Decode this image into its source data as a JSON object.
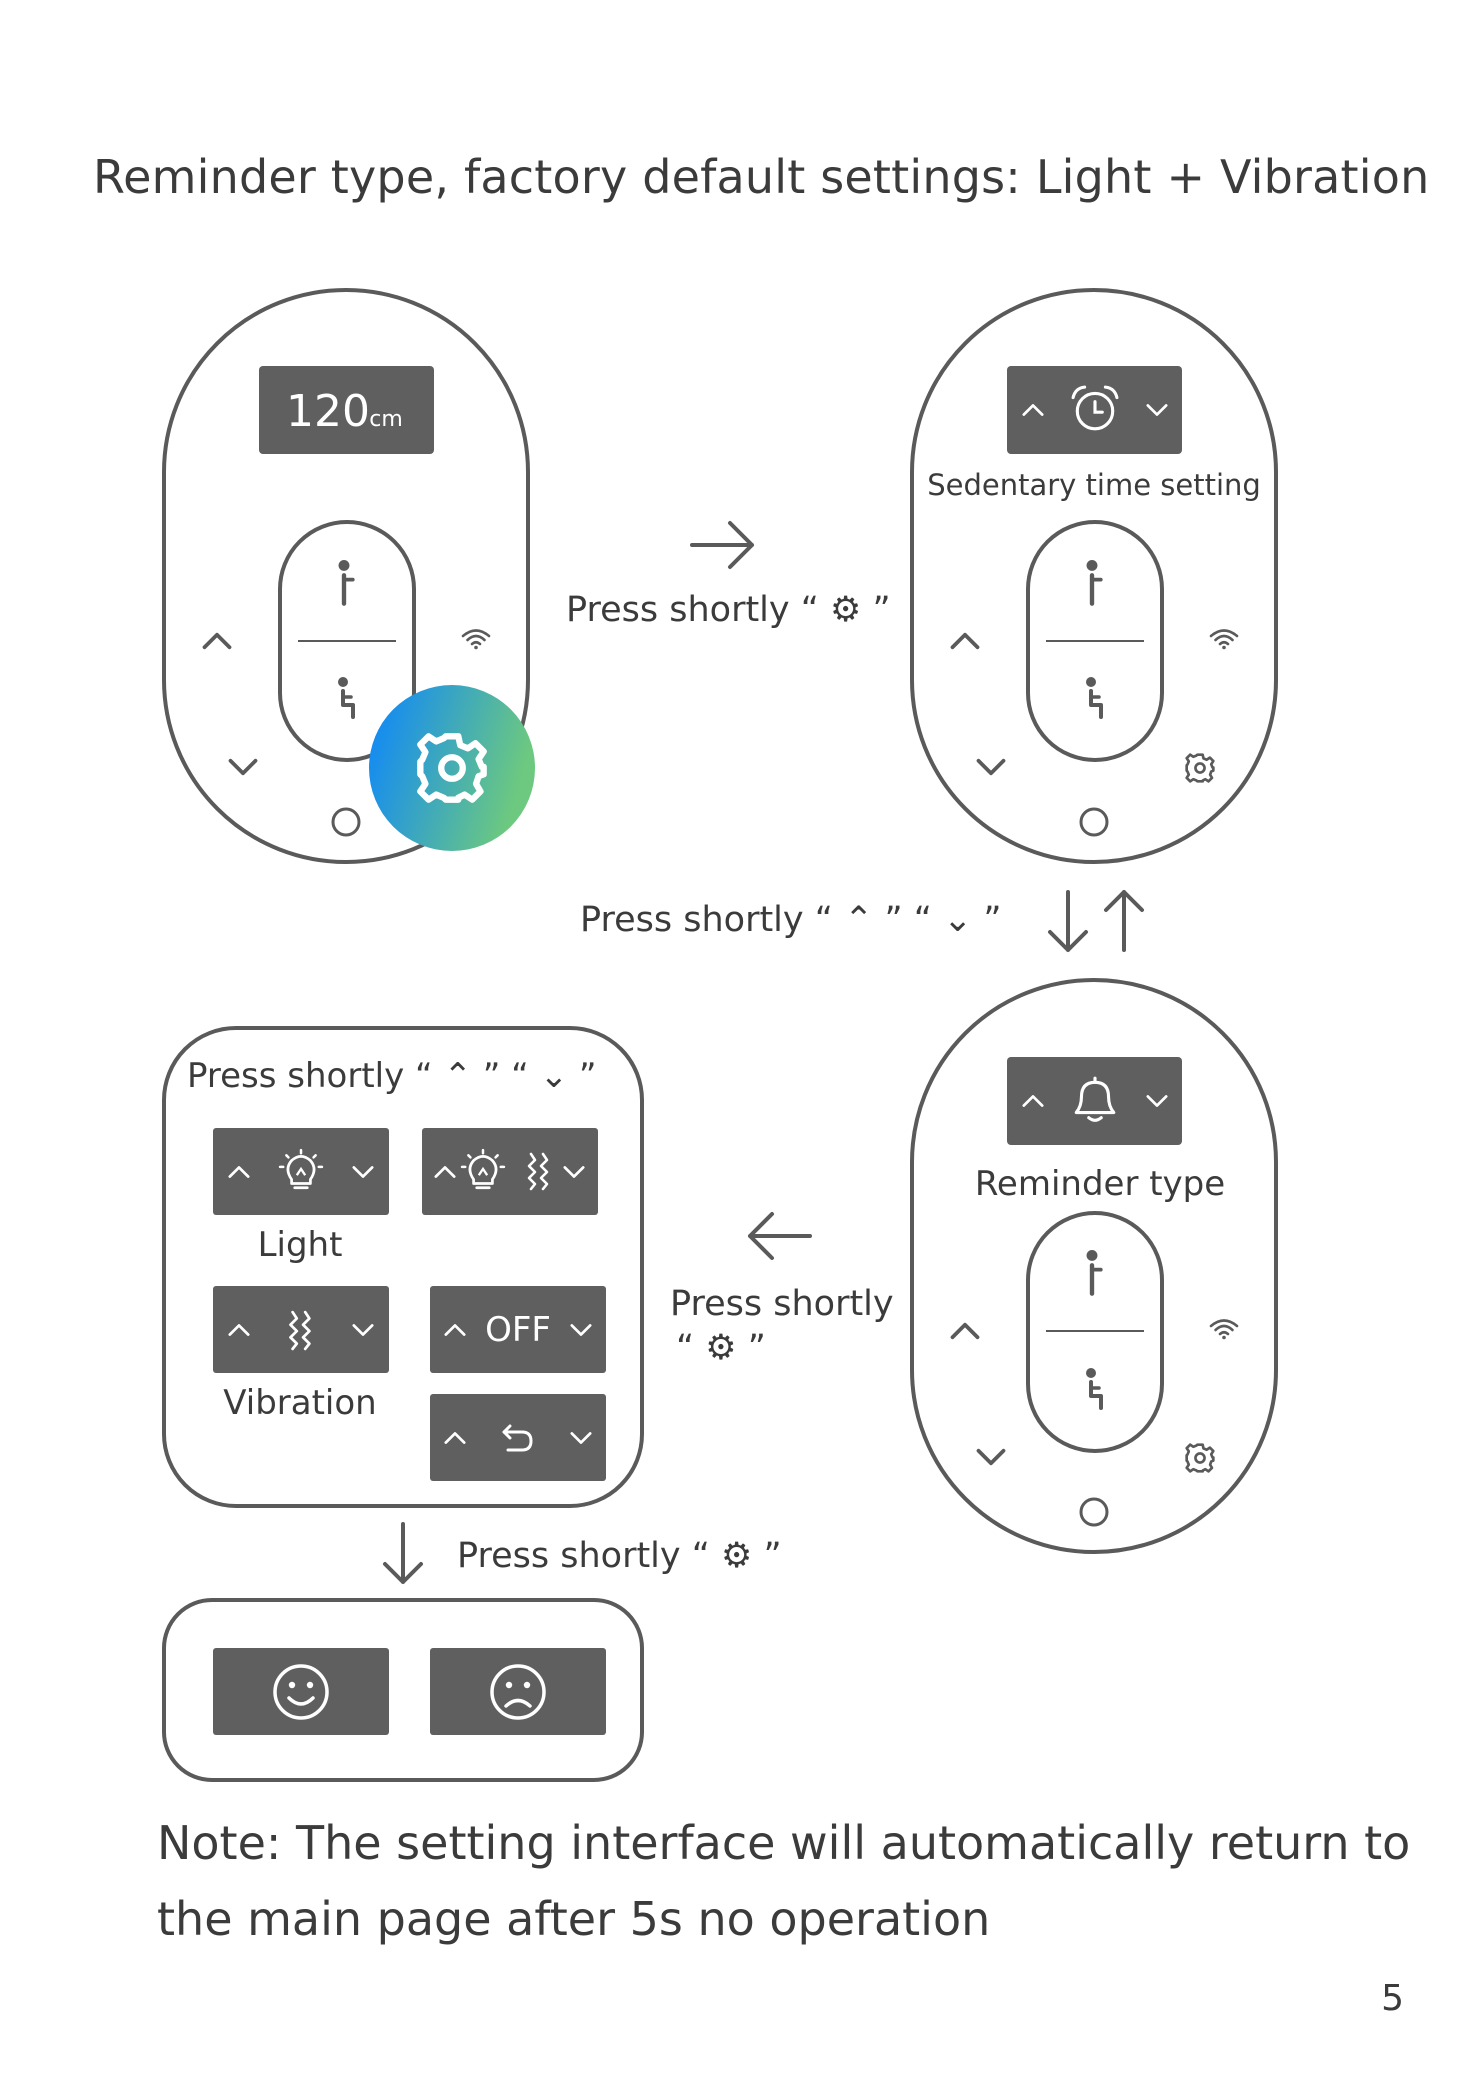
{
  "header": {
    "title": "Reminder type, factory default settings: Light + Vibration"
  },
  "panels": {
    "main": {
      "height_value": "120",
      "height_unit": "cm"
    },
    "sedentary": {
      "label": "Sedentary time setting"
    },
    "reminder": {
      "label": "Reminder type"
    }
  },
  "options": {
    "light_label": "Light",
    "vibration_label": "Vibration",
    "off_label": "OFF"
  },
  "instructions": {
    "press_gear_right": "Press shortly “  ⚙  ”",
    "press_updown": "Press shortly “  ⌃  ”  “  ⌄  ”",
    "press_updown_box": "Press shortly “  ⌃  ”  “  ⌄  ”",
    "press_gear_left_1": "Press shortly",
    "press_gear_left_2": "“  ⚙  ”",
    "press_gear_down": "Press shortly “  ⚙  ”"
  },
  "note": {
    "text": "Note: The setting interface will automatically return to the main page after 5s no operation"
  },
  "page": {
    "number": "5"
  },
  "colors": {
    "outline": "#5a5a5a",
    "display_bg": "#5f5f5f",
    "gear_gradient_start": "#0a84ff",
    "gear_gradient_end": "#6dc97f"
  }
}
